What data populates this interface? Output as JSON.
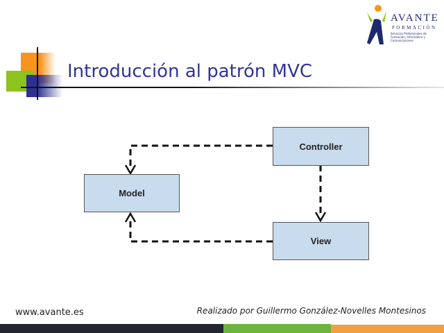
{
  "slide": {
    "title": "Introducción al patrón MVC",
    "diagram": {
      "controller_label": "Controller",
      "model_label": "Model",
      "view_label": "View"
    },
    "footer": {
      "url": "www.avante.es",
      "author": "Realizado por Guillermo González-Novelles Montesinos"
    },
    "logo": {
      "name": "AVANTE",
      "subtitle": "FORMACIÓN",
      "tagline": "Servicios Profesionales de Formación, Informática y Comunicaciones"
    }
  },
  "colors": {
    "title": "#33339a",
    "orange": "#f7941d",
    "green": "#8dc21f",
    "blue": "#2e3192",
    "dark": "#23252f",
    "box": "#c9dcee"
  }
}
